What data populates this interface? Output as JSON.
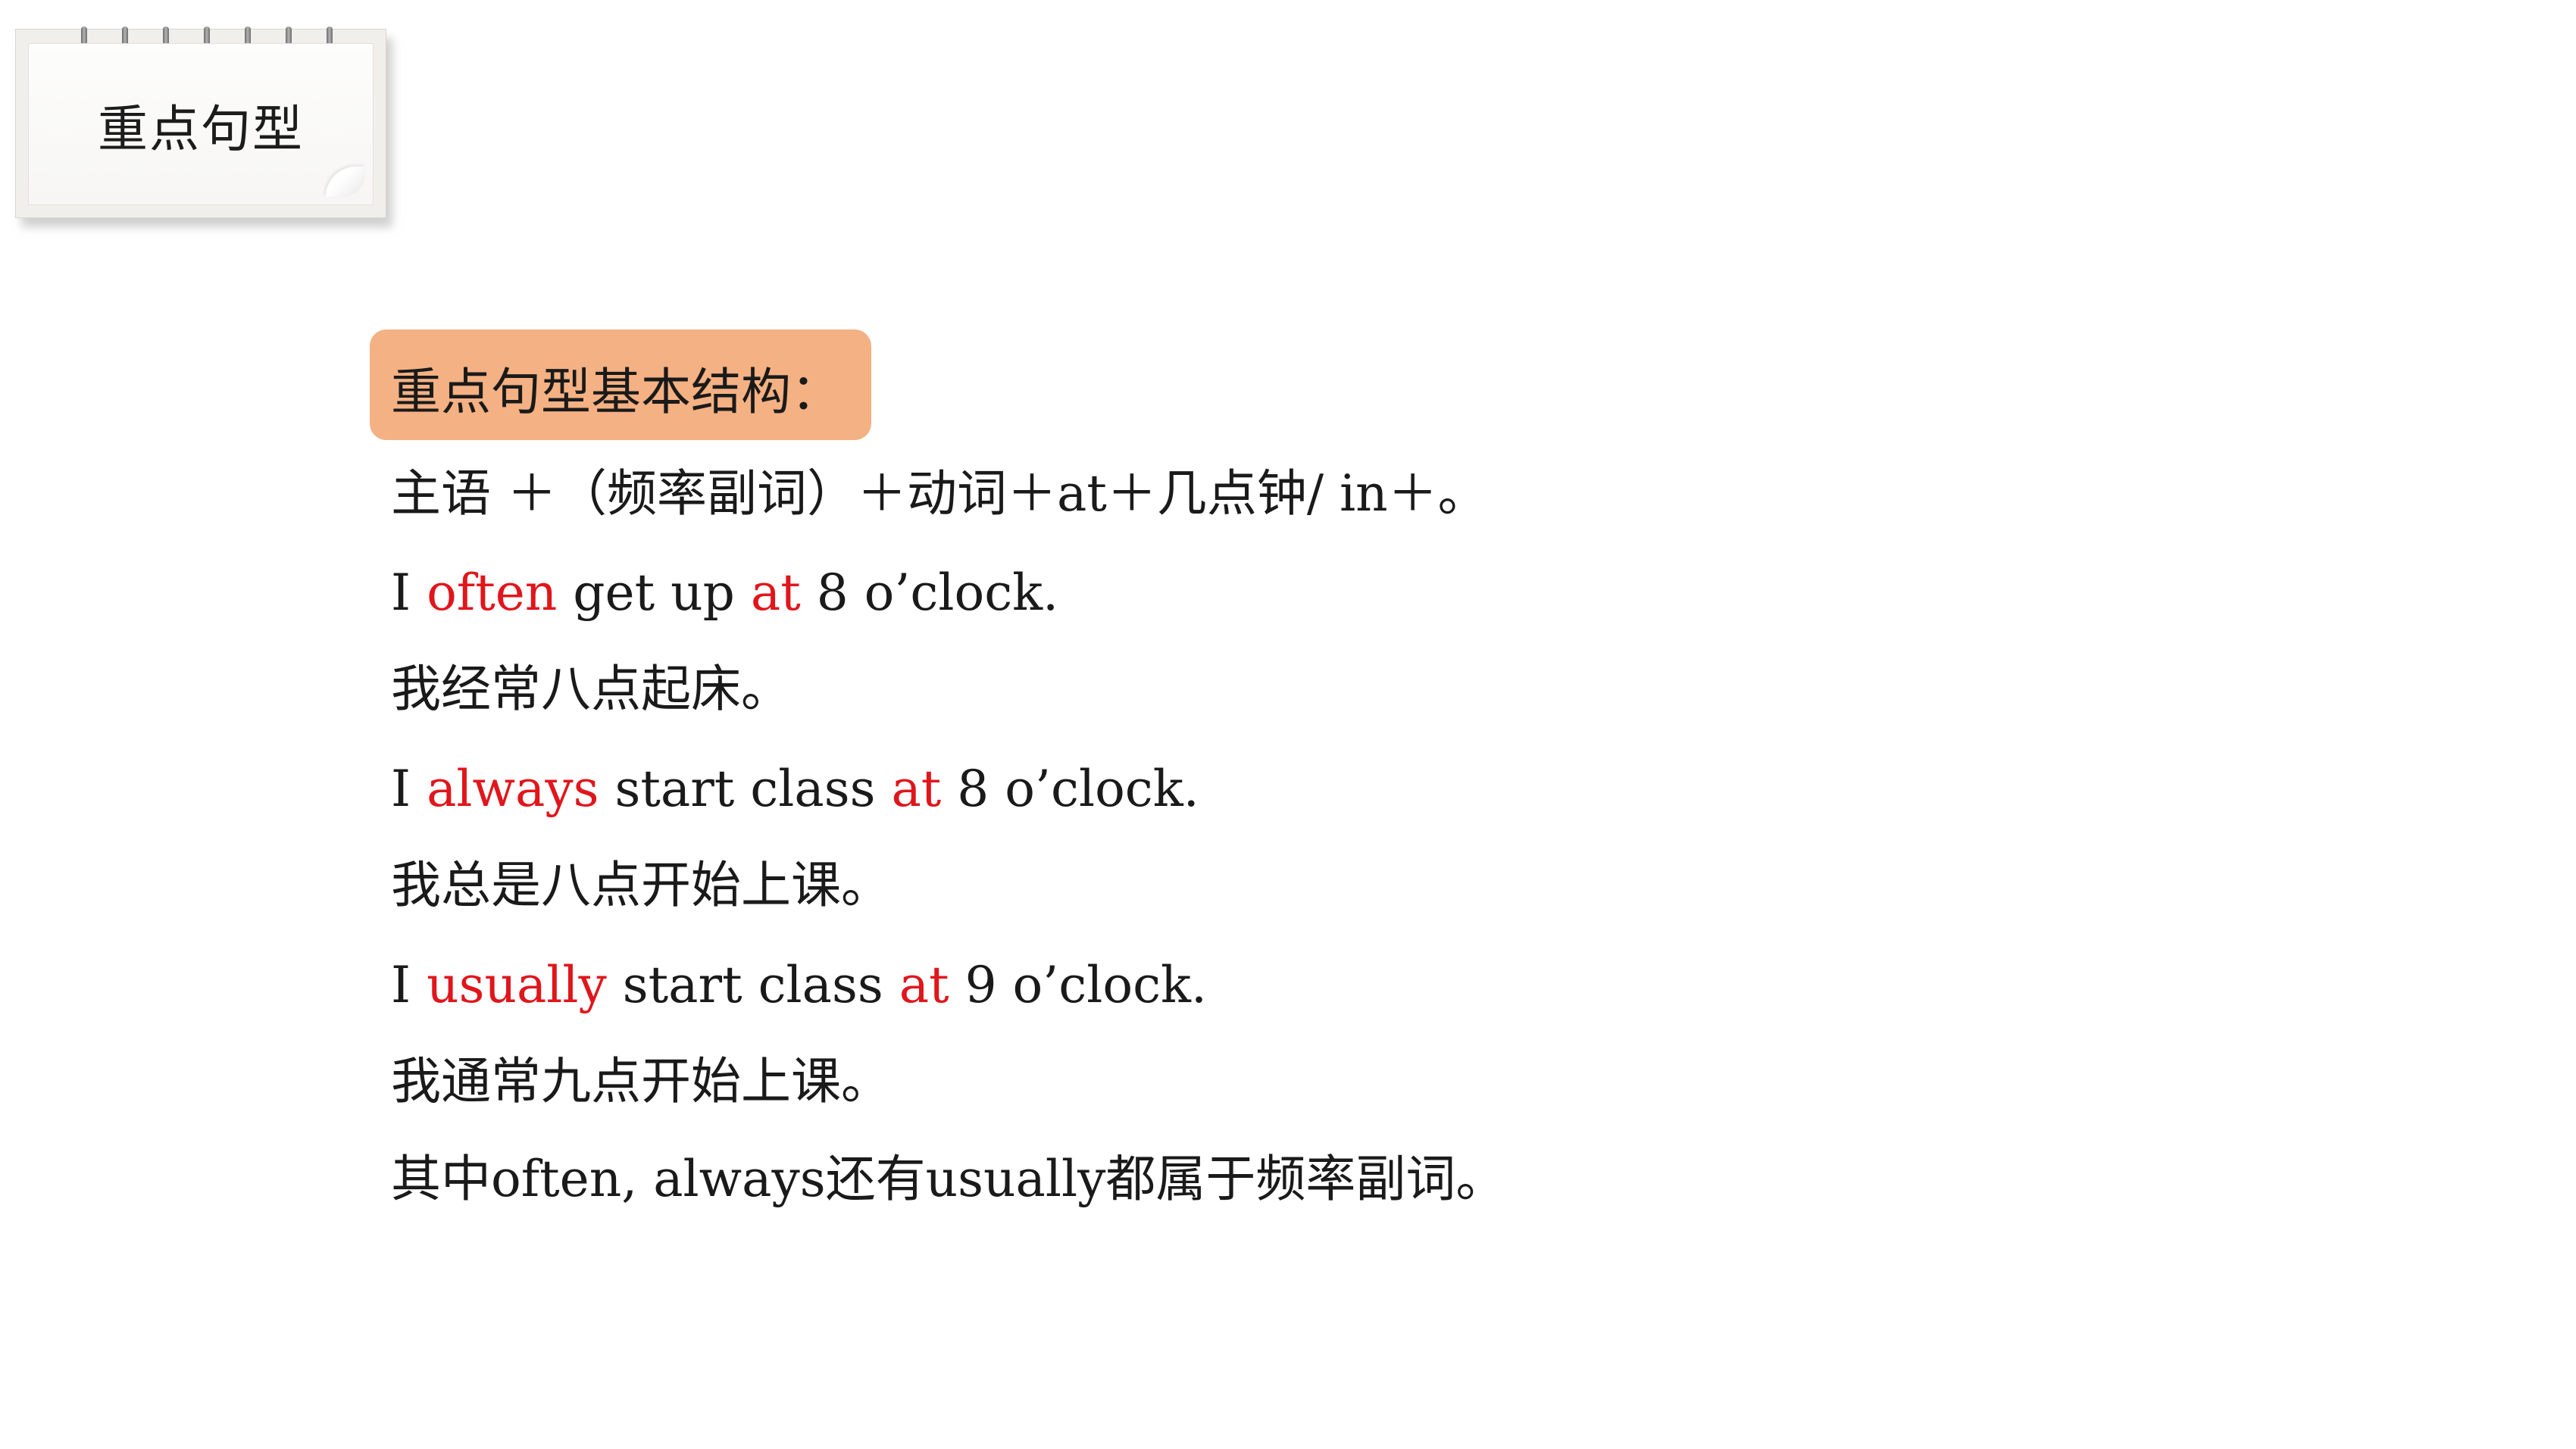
{
  "header": {
    "title": "重点句型"
  },
  "structure": {
    "label": "重点句型基本结构：",
    "formula": "主语 ＋（频率副词）＋动词＋at＋几点钟/ in＋。"
  },
  "examples": [
    {
      "en_parts": [
        "I ",
        "often",
        " get up ",
        "at",
        " 8 o’clock."
      ],
      "zh": "我经常八点起床。"
    },
    {
      "en_parts": [
        "I ",
        "always",
        " start class ",
        "at",
        " 8 o’clock."
      ],
      "zh": "我总是八点开始上课。"
    },
    {
      "en_parts": [
        "I ",
        "usually",
        " start class ",
        "at",
        " 9 o’clock."
      ],
      "zh": "我通常九点开始上课。"
    }
  ],
  "note": "其中often, always还有usually都属于频率副词。",
  "colors": {
    "highlight": "#e0161c",
    "badge": "#f4b183",
    "text": "#1a1a1a"
  }
}
